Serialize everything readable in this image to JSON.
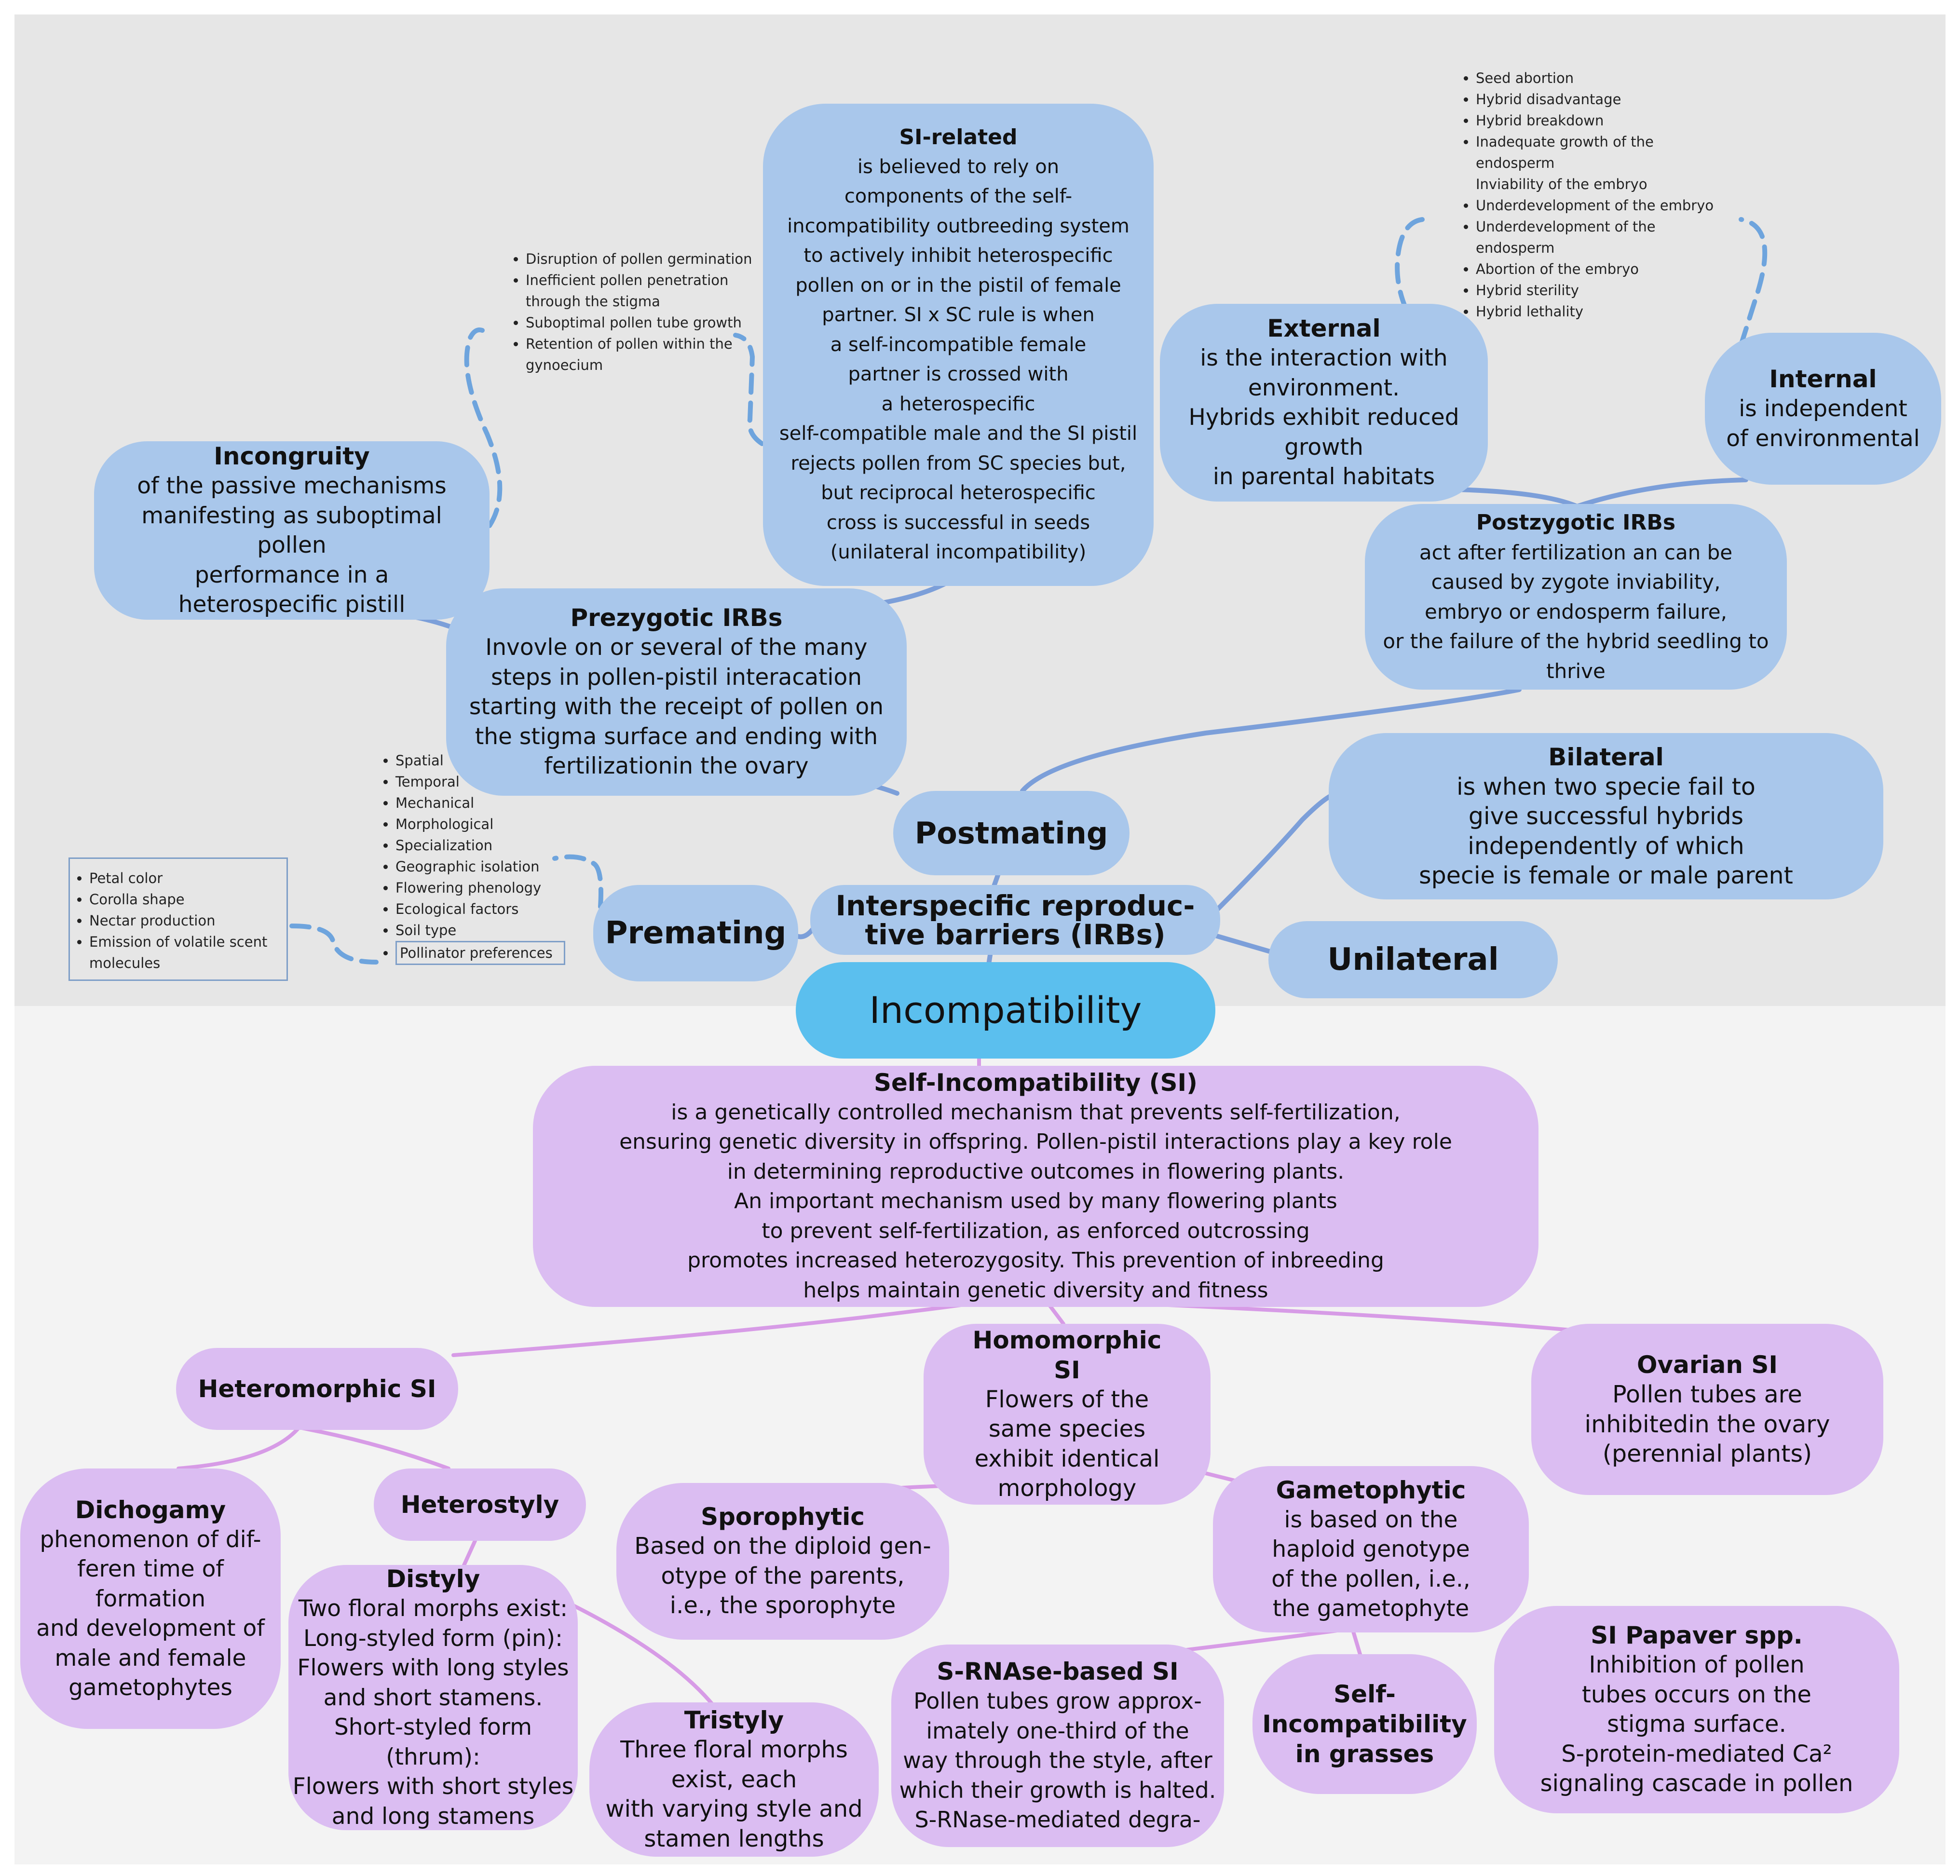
{
  "colors": {
    "top_background": "#e6e6e6",
    "bottom_background": "#f3f3f3",
    "blue_node": "#a9c7eb",
    "purple_node": "#dbbdf2",
    "hub_node": "#5bbfee",
    "blue_link": "#7c9fd9",
    "purple_link": "#d79be6",
    "dashed_link": "#6ea4dd"
  },
  "center": {
    "title": "Incompatibility"
  },
  "irb": {
    "root": {
      "title": "Interspecific reproduc-\ntive barriers  (IRBs)"
    },
    "postmating": {
      "title": "Postmating"
    },
    "premating": {
      "title": "Premating"
    },
    "unilateral": {
      "title": "Unilateral"
    },
    "bilateral": {
      "title": "Bilateral",
      "text": "is when two specie fail to\ngive successful hybrids\nindependently of which\nspecie is female or male parent"
    },
    "prezygotic": {
      "title": "Prezygotic IRBs",
      "text": "Invovle on or several of the many\nsteps in pollen-pistil interacation\nstarting with the receipt of pollen on\nthe stigma surface and ending with\nfertilizationin the ovary"
    },
    "incongruity": {
      "title": "Incongruity",
      "text": "of the passive mechanisms\nmanifesting as suboptimal\npollen\nperformance in a\nheterospecific pistill"
    },
    "si_related": {
      "title": "SI-related",
      "text": "is believed to rely on\ncomponents of the self-\nincompatibility outbreeding system\nto actively inhibit heterospecific\npollen on or in the pistil of female\npartner. SI x SC rule is when\na self-incompatible female\npartner is crossed with\na heterospecific\nself-compatible male and the SI pistil\nrejects pollen from SC species but,\nbut reciprocal heterospecific\ncross is successful in seeds\n(unilateral incompatibility)"
    },
    "postzygotic": {
      "title": "Postzygotic IRBs",
      "text": "act after fertilization an can be\ncaused by zygote inviability,\nembryo or endosperm failure,\nor the failure of the hybrid seedling to\nthrive"
    },
    "external": {
      "title": "External",
      "text": "is the interaction with\nenvironment.\nHybrids exhibit reduced\ngrowth\nin parental habitats"
    },
    "internal": {
      "title": "Internal",
      "text": "is independent\nof environmental"
    },
    "incongruity_list": [
      "Disruption of pollen germination",
      "Inefficient pollen penetration through the stigma",
      "Suboptimal pollen tube growth",
      "Retention of pollen within the gynoecium"
    ],
    "postzygotic_list": [
      "Seed abortion",
      "Hybrid disadvantage",
      "Hybrid breakdown",
      "Inadequate growth of the endosperm\nInviability of the embryo",
      "Underdevelopment of the embryo",
      "Underdevelopment of the endosperm",
      "Abortion of the embryo",
      "Hybrid sterility",
      "Hybrid lethality"
    ],
    "premating_list": [
      "Spatial",
      "Temporal",
      "Mechanical",
      "Morphological",
      "Specialization",
      "Geographic isolation",
      "Flowering phenology",
      "Ecological factors",
      "Soil type",
      "Pollinator preferences"
    ],
    "pollinator_list": [
      "Petal color",
      "Corolla shape",
      "Nectar production",
      "Emission of volatile scent molecules"
    ]
  },
  "si": {
    "root": {
      "title": "Self-Incompatibility (SI)",
      "text": "is a genetically controlled mechanism that prevents self-fertilization,\nensuring genetic diversity in offspring.  Pollen-pistil interactions play a key role\nin determining reproductive outcomes in flowering plants.\nAn important mechanism used by many flowering plants\nto prevent self-fertilization, as enforced outcrossing\npromotes increased heterozygosity. This prevention of inbreeding\nhelps maintain genetic diversity and fitness"
    },
    "heteromorphic": {
      "title": "Heteromorphic SI"
    },
    "homomorphic": {
      "title": "Homomorphic\nSI",
      "text": "Flowers of the\nsame species\nexhibit identical\nmorphology"
    },
    "ovarian": {
      "title": "Ovarian SI",
      "text": "Pollen tubes are\ninhibitedin the ovary\n(perennial plants)"
    },
    "dichogamy": {
      "title": "Dichogamy",
      "text": "phenomenon of dif-\nferen time of formation\nand development of\nmale and female\ngametophytes"
    },
    "heterostyly": {
      "title": "Heterostyly"
    },
    "distyly": {
      "title": "Distyly",
      "text": "Two floral morphs exist:\nLong-styled form (pin):\nFlowers with long styles\nand short stamens.\nShort-styled form (thrum):\nFlowers with short styles\nand long stamens"
    },
    "tristyly": {
      "title": "Tristyly",
      "text": "Three floral morphs\nexist, each\nwith varying style and\nstamen lengths"
    },
    "sporophytic": {
      "title": "Sporophytic",
      "text": "Based on the diploid gen-\notype of the parents,\ni.e., the sporophyte"
    },
    "gametophytic": {
      "title": "Gametophytic",
      "text": "is based on the\nhaploid genotype\nof the pollen, i.e.,\nthe gametophyte"
    },
    "srnase": {
      "title": "S-RNAse-based SI",
      "text": "Pollen tubes grow approx-\nimately one-third of the\nway through the style, after\nwhich their growth is halted.\nS-RNase-mediated degra-"
    },
    "grasses": {
      "title": "Self-\nIncompatibility\nin grasses"
    },
    "papaver": {
      "title": "SI Papaver spp.",
      "text": "Inhibition of pollen\ntubes  occurs on the\nstigma surface.\nS-protein-mediated Ca²\nsignaling cascade in pollen"
    }
  }
}
